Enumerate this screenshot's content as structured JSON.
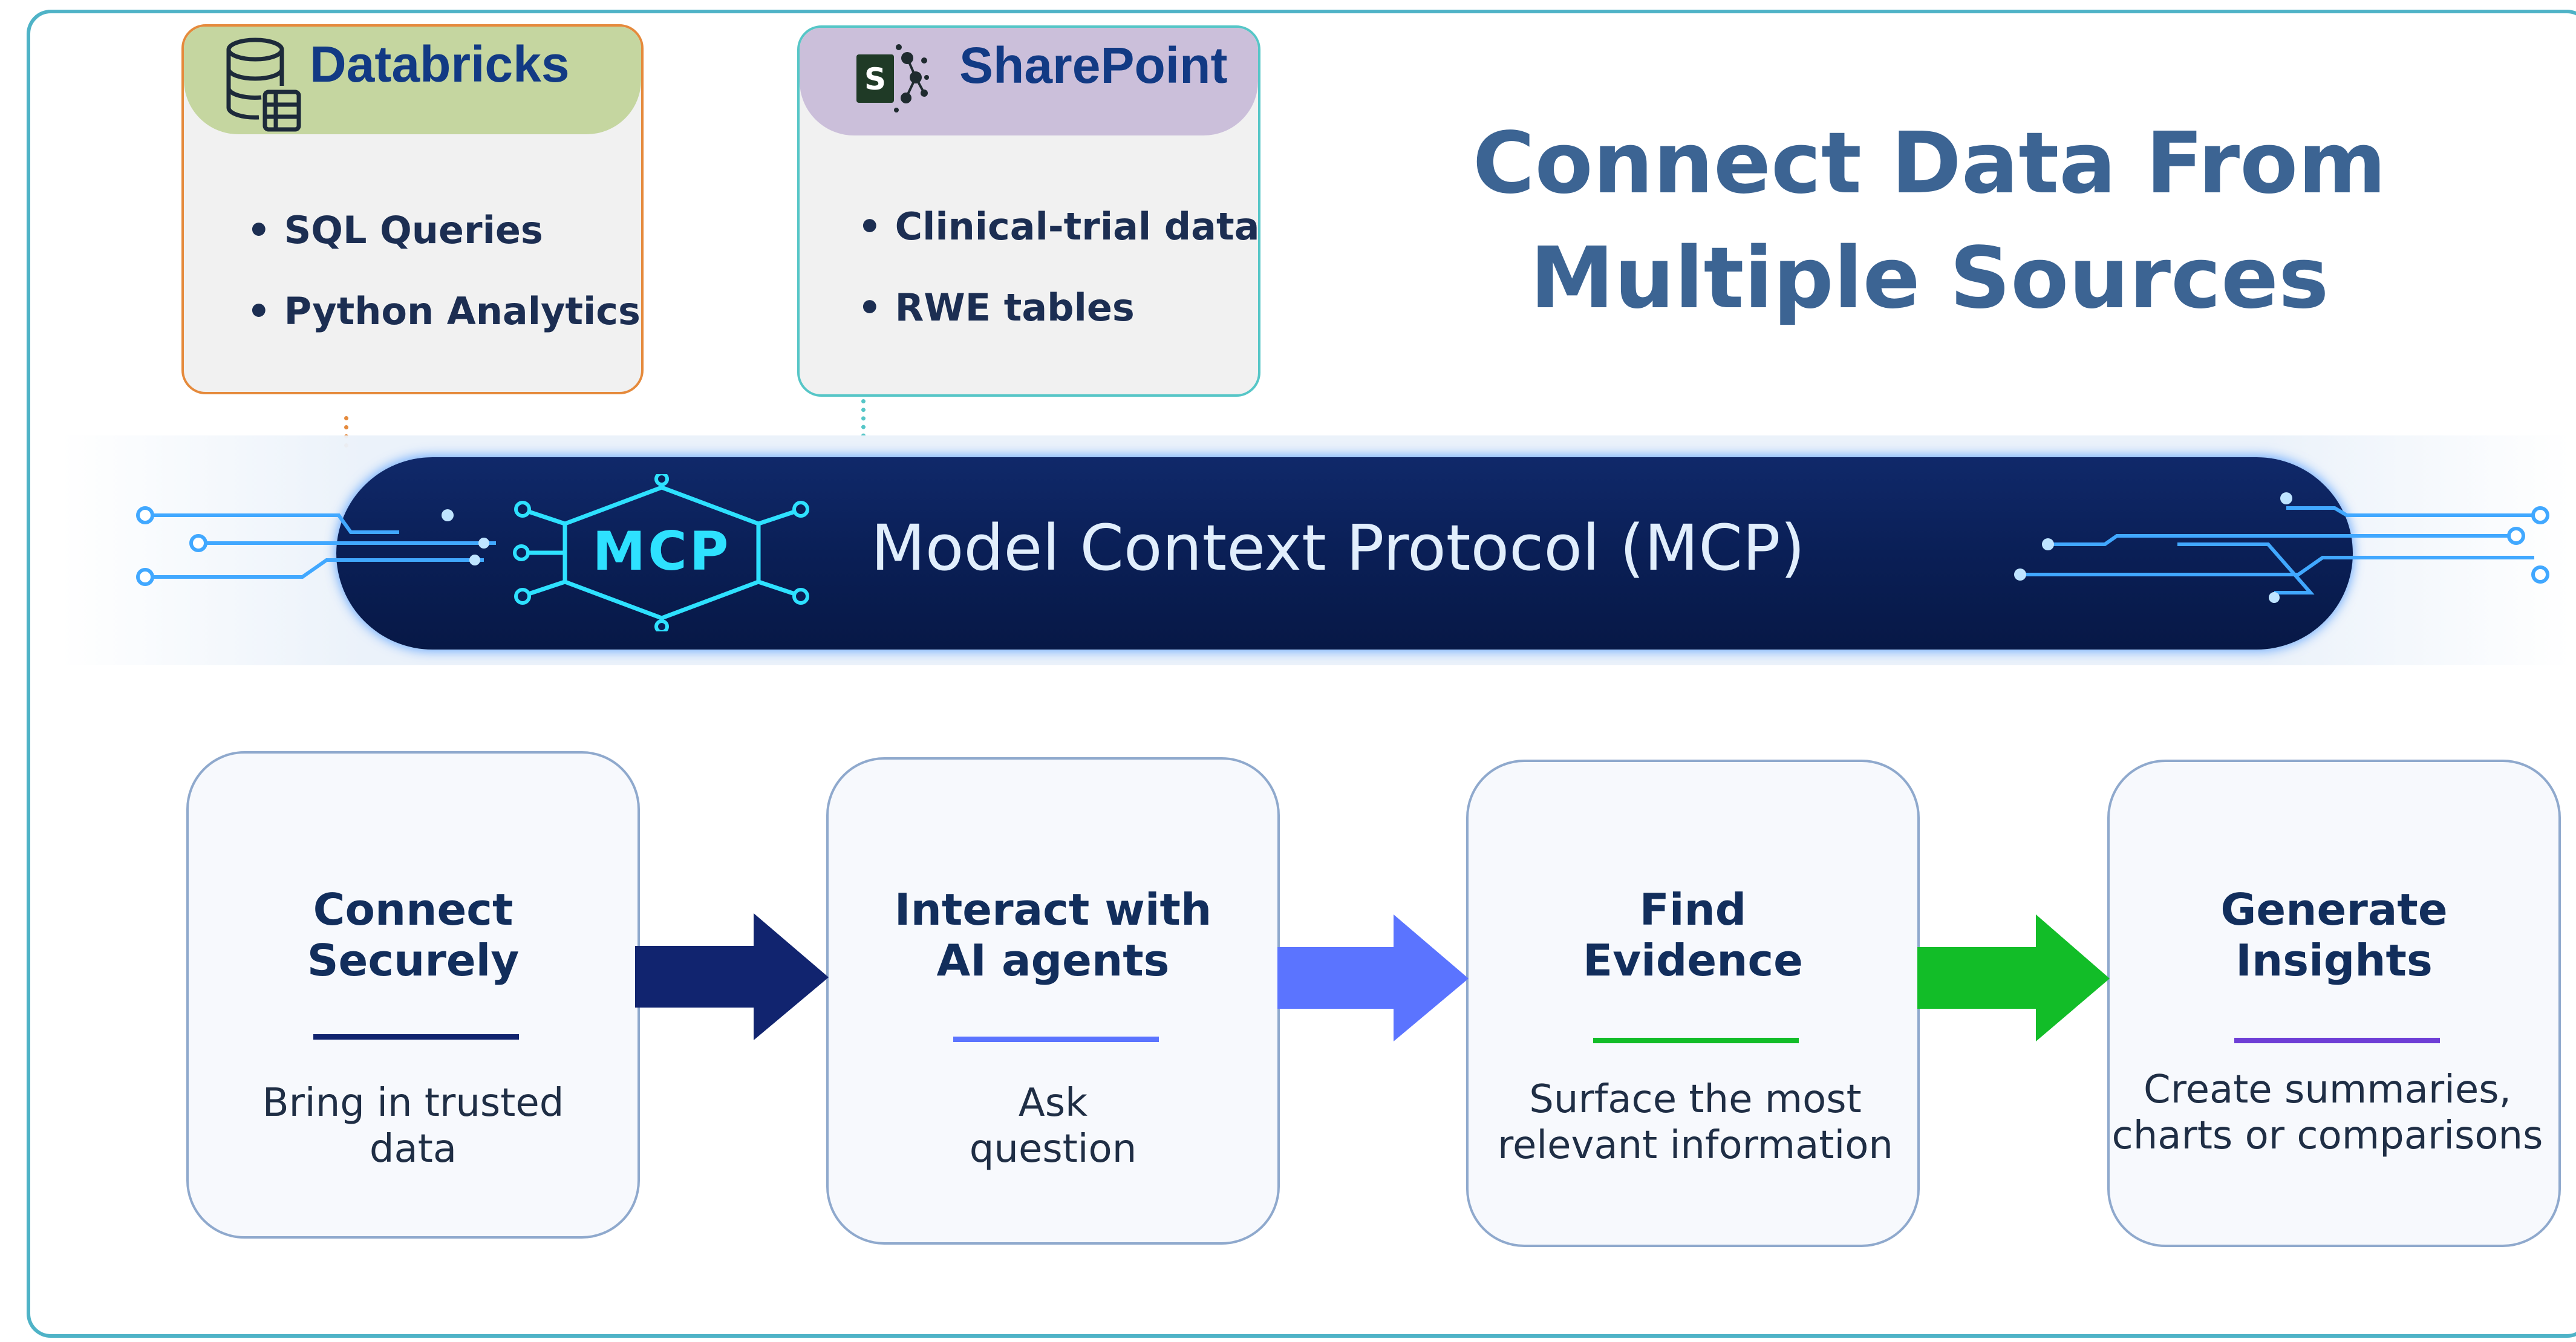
{
  "headline": {
    "line1": "Connect Data From",
    "line2": "Multiple Sources"
  },
  "sources": [
    {
      "title": "Databricks",
      "icon": "database-icon",
      "bullets": [
        "SQL Queries",
        "Python Analytics"
      ],
      "header_color": "#c5d6a0",
      "border_color": "#e58a3c"
    },
    {
      "title": "SharePoint",
      "icon": "sharepoint-icon",
      "bullets": [
        "Clinical-trial data",
        "RWE tables"
      ],
      "header_color": "#cbbfda",
      "border_color": "#56c6c7"
    }
  ],
  "mcp": {
    "title": "Model Context Protocol (MCP)",
    "badge": "MCP"
  },
  "steps": [
    {
      "title": "Connect\nSecurely",
      "description": "Bring in trusted\ndata",
      "accent": "#11246f"
    },
    {
      "title": "Interact with\nAI agents",
      "description": "Ask\nquestion",
      "accent": "#5b74ff"
    },
    {
      "title": "Find\nEvidence",
      "description": "Surface the most\nrelevant information",
      "accent": "#12bd28"
    },
    {
      "title": "Generate\nInsights",
      "description": "Create summaries,\ncharts or comparisons",
      "accent": "#6e3ed6"
    }
  ],
  "colors": {
    "frame": "#4fb3c7",
    "headline": "#3c6493",
    "mcp_bar": "#0a1f56",
    "mcp_text": "#e1eefc",
    "circuit": "#41a8ff"
  }
}
